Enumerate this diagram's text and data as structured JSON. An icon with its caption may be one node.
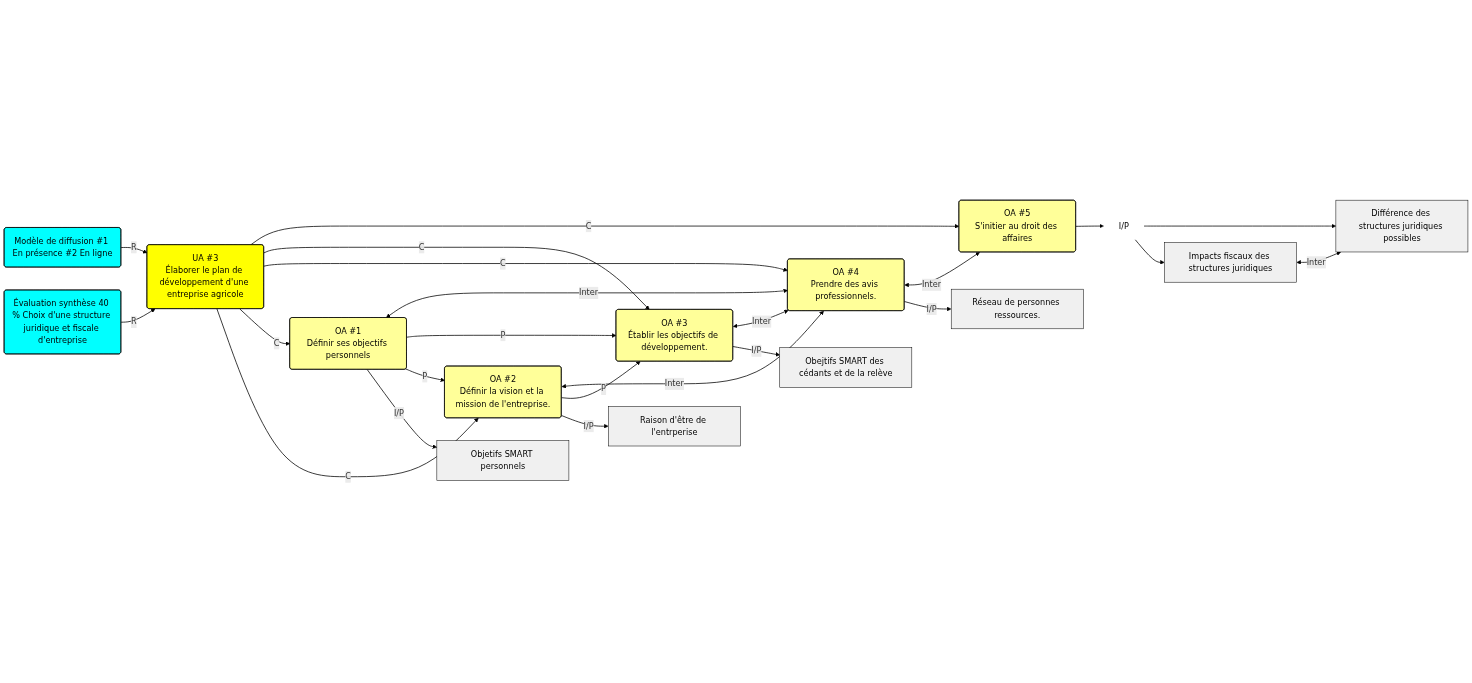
{
  "diagram": {
    "nodes": [
      {
        "text": [
          "Modèle de diffusion #1 En présence #2 En ligne"
        ]
      },
      {
        "text": [
          "Évaluation synthèse 40 % Choix d'une structure juridique et fiscale d'entreprise"
        ]
      },
      {
        "text": [
          "UA #3",
          "Élaborer le plan de développement d'une entreprise agricole"
        ]
      },
      {
        "text": [
          "OA #5",
          "S'initier au droit des affaires"
        ]
      },
      {
        "text": [
          "OA #3",
          "Établir les objectifs de développement."
        ]
      },
      {
        "text": [
          "OA #4",
          "Prendre des avis professionnels."
        ]
      },
      {
        "text": [
          "OA #1",
          "Définir ses objectifs personnels"
        ]
      },
      {
        "text": [
          "OA #2",
          "Définir la vision et la mission de l'entreprise."
        ]
      },
      {
        "text": [
          "I/P"
        ]
      },
      {
        "text": [
          "Différence des structures juridiques possibles"
        ]
      },
      {
        "text": [
          "Impacts fiscaux des structures juridiques"
        ]
      },
      {
        "text": [
          "Réseau de personnes ressources."
        ]
      },
      {
        "text": [
          "Objetifs SMART personnels"
        ]
      },
      {
        "text": [
          "Obejtifs SMART des cédants et de la relève"
        ]
      },
      {
        "text": [
          "Raison d'être de l'entrperise"
        ]
      }
    ],
    "edges": [
      {
        "from": 0,
        "to": 2,
        "arrow": "to",
        "label": "R"
      },
      {
        "from": 1,
        "to": 2,
        "arrow": "to",
        "label": "R"
      },
      {
        "from": 2,
        "to": 3,
        "arrow": "to",
        "label": "C"
      },
      {
        "from": 2,
        "to": 4,
        "arrow": "to",
        "label": "C"
      },
      {
        "from": 2,
        "to": 5,
        "arrow": "to",
        "label": "C"
      },
      {
        "from": 2,
        "to": 6,
        "arrow": "to",
        "label": "C"
      },
      {
        "from": 2,
        "to": 7,
        "arrow": "to",
        "label": "C"
      },
      {
        "from": 3,
        "to": 5,
        "arrow": "both",
        "label": "Inter"
      },
      {
        "from": 5,
        "to": 4,
        "arrow": "both",
        "label": "Inter"
      },
      {
        "from": 5,
        "to": 6,
        "arrow": "both",
        "label": "Inter"
      },
      {
        "from": 5,
        "to": 7,
        "arrow": "both",
        "label": "Inter"
      },
      {
        "from": 6,
        "to": 4,
        "arrow": "to",
        "label": "P"
      },
      {
        "from": 6,
        "to": 7,
        "arrow": "to",
        "label": "P"
      },
      {
        "from": 7,
        "to": 4,
        "arrow": "to",
        "label": "P"
      },
      {
        "from": 3,
        "to": 8,
        "arrow": "to"
      },
      {
        "from": 8,
        "to": 9,
        "arrow": "to"
      },
      {
        "from": 8,
        "to": 10,
        "arrow": "to"
      },
      {
        "from": 9,
        "to": 10,
        "arrow": "both",
        "label": "Inter"
      },
      {
        "from": 5,
        "to": 11,
        "arrow": "to",
        "label": "I/P"
      },
      {
        "from": 6,
        "to": 12,
        "arrow": "to",
        "label": "I/P"
      },
      {
        "from": 4,
        "to": 13,
        "arrow": "to",
        "label": "I/P"
      },
      {
        "from": 7,
        "to": 14,
        "arrow": "to",
        "label": "I/P"
      }
    ]
  }
}
